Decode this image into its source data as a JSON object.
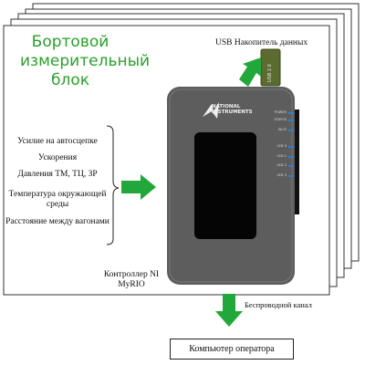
{
  "title": [
    "Бортовой",
    "измерительный",
    "блок"
  ],
  "parameters": [
    "Усилие на автосцепке",
    "Ускорения",
    "Давления ТМ, ТЦ, ЗР",
    "Температура окружающей среды",
    "Расстояние между вагонами"
  ],
  "usb_label": "USB Накопитель данных",
  "usb_text": "USB 2.0",
  "controller_label": "Контроллер NI MyRIO",
  "brand": [
    "NATIONAL",
    "INSTRUMENTS"
  ],
  "leds": [
    "POWER",
    "STATUS",
    "WI-FI",
    "LED 0",
    "LED 1",
    "LED 2",
    "LED 3"
  ],
  "wireless_label": "Беспроводной канал",
  "operator_pc": "Компьютер оператора",
  "colors": {
    "title": "#2aa12a",
    "arrow": "#22a83a",
    "device": "#5a5a5a",
    "screen": "#050505",
    "led": "#2f7fd0"
  }
}
